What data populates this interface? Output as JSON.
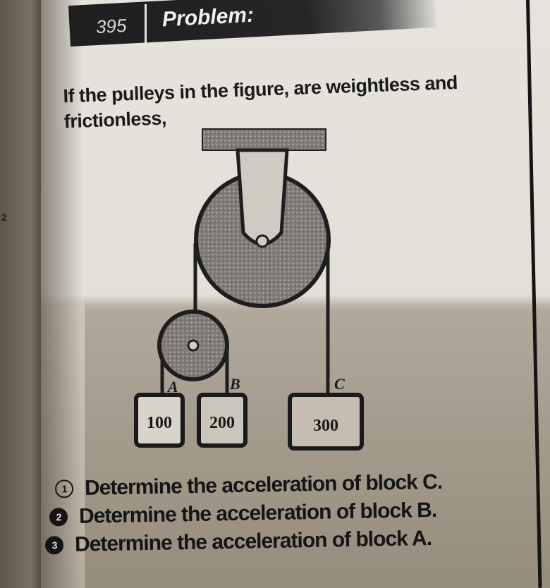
{
  "left_page": {
    "page_marker": "2"
  },
  "header": {
    "problem_number": "395",
    "title": "Problem:"
  },
  "intro": {
    "text": "If the pulleys in the figure, are weightless and frictionless,"
  },
  "figure": {
    "description": "Fixed pulley hung from ceiling; small movable pulley on left rope carrying blocks A and B; block C on right rope",
    "blocks": [
      {
        "label": "A",
        "mass": "100"
      },
      {
        "label": "B",
        "mass": "200"
      },
      {
        "label": "C",
        "mass": "300"
      }
    ]
  },
  "questions": [
    {
      "number": "1",
      "text": "Determine the acceleration of block C."
    },
    {
      "number": "2",
      "text": "Determine the acceleration of block B."
    },
    {
      "number": "3",
      "text": "Determine the acceleration of block A."
    }
  ],
  "colors": {
    "ink": "#1a1a1a",
    "paper": "#e4e1d9",
    "header_bar": "#222222",
    "pulley_fill": "#8c8a86"
  }
}
